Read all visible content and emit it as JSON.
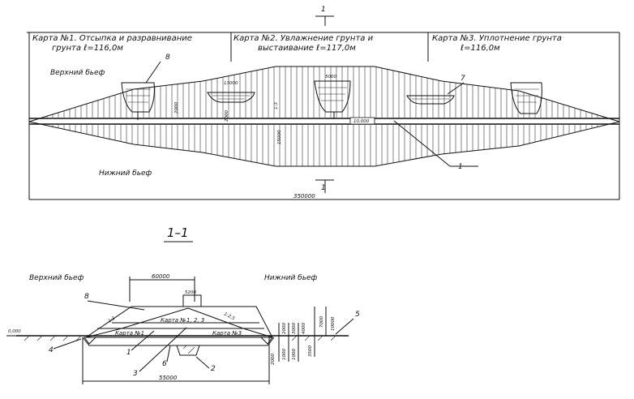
{
  "plan": {
    "section_mark_top": "1",
    "section_mark_bottom": "1",
    "maps": [
      {
        "line1": "Карта №1. Отсыпка и разравнивание",
        "line2": "грунта  ℓ=116,0м"
      },
      {
        "line1": "Карта №2. Увлажнение грунта и",
        "line2": "выстаивание  ℓ=117,0м"
      },
      {
        "line1": "Карта №3. Уплотнение грунта",
        "line2": "ℓ=116,0м"
      }
    ],
    "upstream": "Верхний бьеф",
    "downstream": "Нижний бьеф",
    "callouts": {
      "c1": "1",
      "c7": "7",
      "c8": "8"
    },
    "dims": {
      "total_length": "350000",
      "d13000": "13000",
      "d5000": "5000",
      "d10000": "10,000",
      "d15000": "15000",
      "d2000": "2000",
      "d13": "1:3"
    }
  },
  "section": {
    "title": "1–1",
    "upstream": "Верхний бьеф",
    "downstream": "Нижний бьеф",
    "crest_width": "60000",
    "crest_small": "5200",
    "base_width": "55000",
    "map_label_top": "Карта №",
    "map_label_mid": "1, 2, 3",
    "map_label_left": "Карта №1",
    "map_label_right": "Карта №3",
    "slope_left": "1:3",
    "slope_right": "1:2,5",
    "ground_level": "0,000",
    "callouts": [
      "8",
      "4",
      "1",
      "6",
      "3",
      "2",
      "5"
    ],
    "side_dims": [
      "7000",
      "10000",
      "2000",
      "3000",
      "4000",
      "1000",
      "1000",
      "3500",
      "2000"
    ]
  },
  "colors": {
    "ink": "#111111",
    "paper": "#ffffff"
  }
}
